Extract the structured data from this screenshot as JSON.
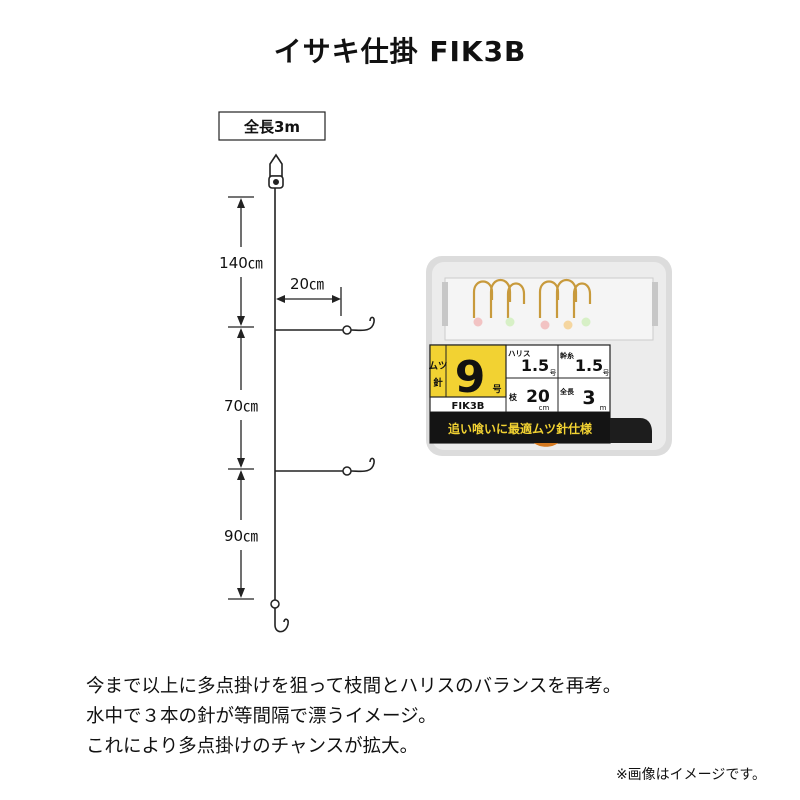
{
  "title": "イサキ仕掛 FIK3B",
  "rig": {
    "total_length": "全長3m",
    "segments": [
      "140㎝",
      "70㎝",
      "90㎝"
    ],
    "branch_length": "20㎝"
  },
  "package": {
    "hook_type_line1": "ムツ",
    "hook_type_line2": "針",
    "hook_size": "9",
    "hook_size_unit": "号",
    "harisu_label": "ハリス",
    "harisu_value": "1.5",
    "harisu_unit": "号",
    "mikimi_label": "幹糸",
    "mikimi_value": "1.5",
    "mikimi_unit": "号",
    "eda_label": "枝",
    "eda_value": "20",
    "eda_unit": "cm",
    "zencho_label": "全長",
    "zencho_value": "3",
    "zencho_unit": "m",
    "code": "FIK3B",
    "banner": "追い喰いに最適ムツ針仕様"
  },
  "description": [
    "今まで以上に多点掛けを狙って枝間とハリスのバランスを再考。",
    "水中で３本の針が等間隔で漂うイメージ。",
    "これにより多点掛けのチャンスが拡大。"
  ],
  "note": "※画像はイメージです。",
  "colors": {
    "package_yellow": "#f2d232",
    "banner_black": "#141414",
    "hook_gold": "#c89a3c"
  }
}
